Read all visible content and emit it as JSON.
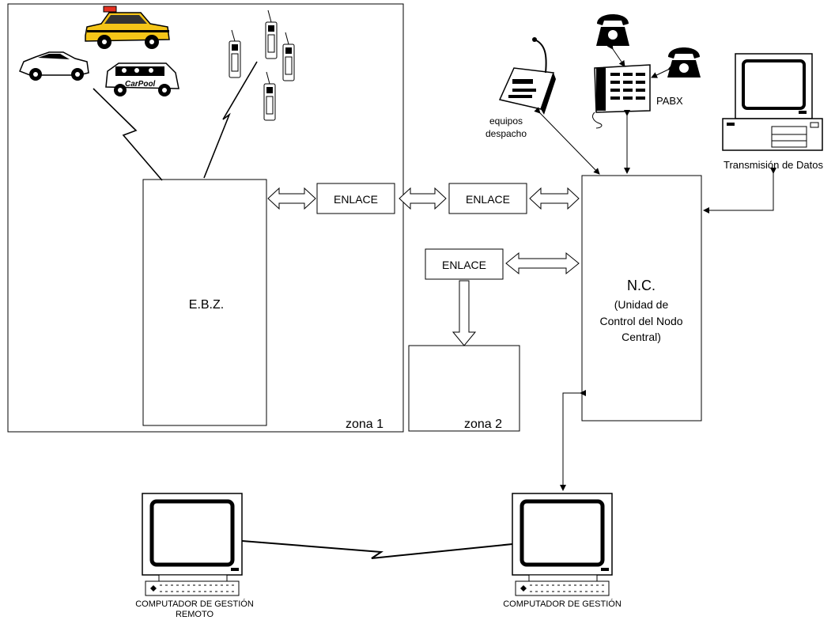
{
  "zones": {
    "zona1": "zona 1",
    "zona2": "zona 2"
  },
  "ebz": {
    "label": "E.B.Z."
  },
  "links": {
    "enlace_1": "ENLACE",
    "enlace_2": "ENLACE",
    "enlace_3": "ENLACE"
  },
  "nc": {
    "title": "N.C.",
    "line1": "(Unidad de",
    "line2": "Control del Nodo",
    "line3": "Central)"
  },
  "equipment": {
    "dispatch_line1": "equipos",
    "dispatch_line2": "despacho",
    "pabx": "PABX",
    "data_tx": "Transmisión de Datos"
  },
  "computers": {
    "remote_line1": "COMPUTADOR DE GESTIÓN",
    "remote_line2": "REMOTO",
    "local": "COMPUTADOR DE GESTIÓN"
  },
  "vehicles": {
    "carpool": "CarPool"
  },
  "colors": {
    "taxi": "#f5c518",
    "line": "#000000",
    "background": "#ffffff"
  }
}
